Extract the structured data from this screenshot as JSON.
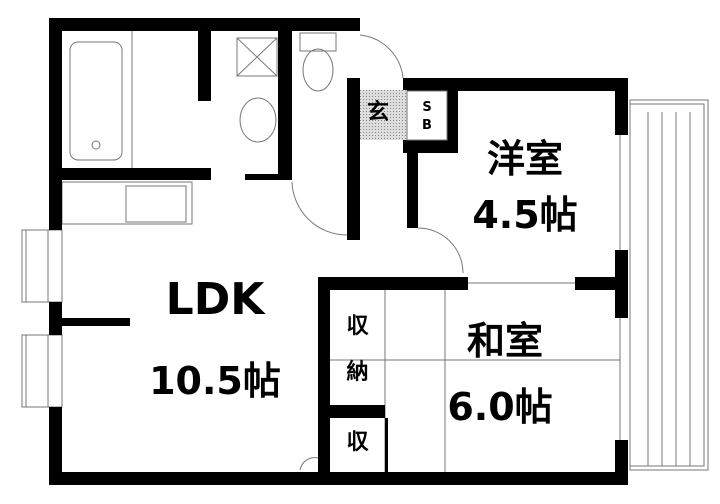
{
  "rooms": {
    "ldk": {
      "name": "LDK",
      "size": "10.5帖"
    },
    "western": {
      "name": "洋室",
      "size": "4.5帖"
    },
    "japanese": {
      "name": "和室",
      "size": "6.0帖"
    },
    "entrance": {
      "name": "玄"
    },
    "shoe_box": {
      "line1": "S",
      "line2": "B"
    },
    "closet": {
      "line1": "収",
      "line2": "納"
    },
    "storage": {
      "name": "収"
    }
  }
}
